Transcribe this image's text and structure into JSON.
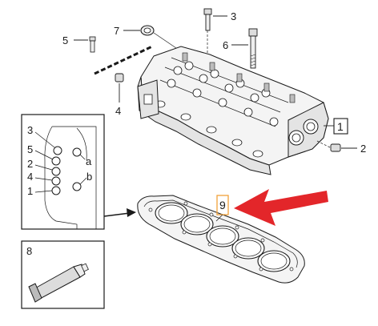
{
  "callouts": {
    "c1": "1",
    "c2": "2",
    "c3": "3",
    "c4": "4",
    "c5": "5",
    "c6": "6",
    "c7": "7",
    "c8": "8",
    "c9": "9"
  },
  "inset": {
    "n3": "3",
    "n5": "5",
    "n2": "2",
    "n4": "4",
    "n1": "1",
    "a": "a",
    "b": "b"
  },
  "colors": {
    "highlight_arrow": "#e3262a",
    "highlight_box": "#f2a23a"
  }
}
